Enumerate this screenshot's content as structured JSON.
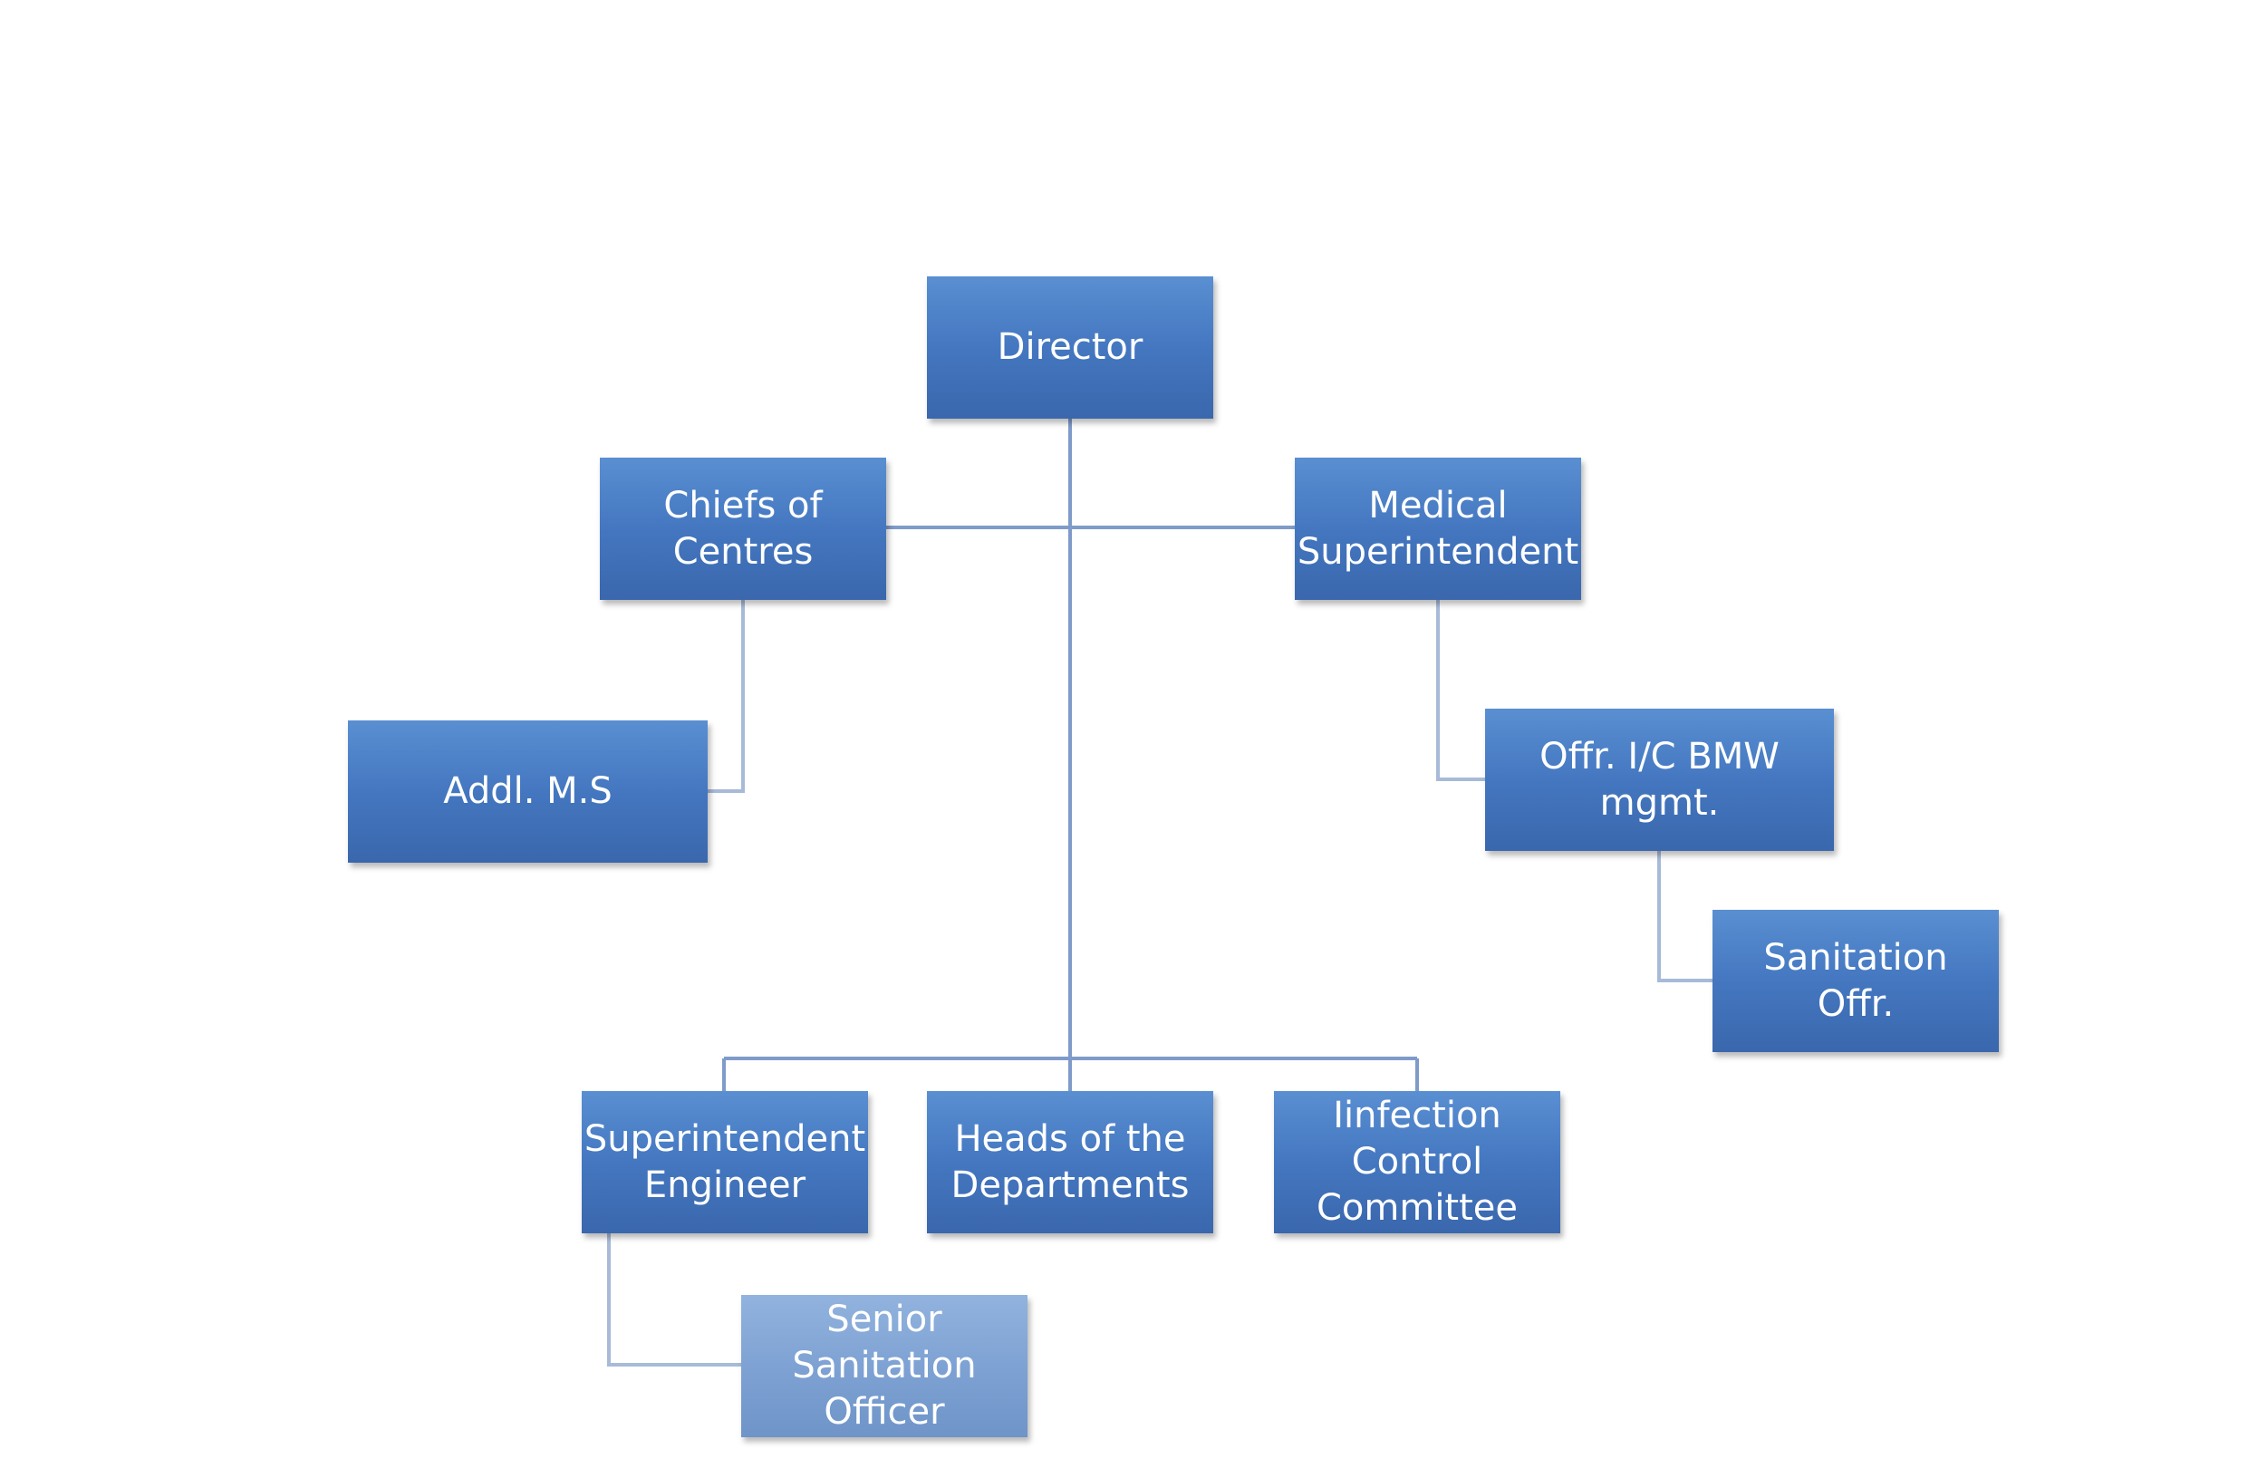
{
  "org_chart": {
    "nodes": {
      "director": "Director",
      "chiefs_of_centres": "Chiefs of\nCentres",
      "medical_superintendent": "Medical\nSuperintendent",
      "addl_ms": "Addl. M.S",
      "offr_bmw": "Offr. I/C BMW\nmgmt.",
      "sanitation_offr": "Sanitation Offr.",
      "superintendent_engineer": "Superintendent\nEngineer",
      "heads_of_departments": "Heads of the\nDepartments",
      "infection_control": "Iinfection\nControl\nCommittee",
      "senior_sanitation_officer": "Senior\nSanitation\nOfficer"
    },
    "edges": [
      [
        "director",
        "chiefs_of_centres"
      ],
      [
        "director",
        "medical_superintendent"
      ],
      [
        "chiefs_of_centres",
        "addl_ms"
      ],
      [
        "medical_superintendent",
        "offr_bmw"
      ],
      [
        "offr_bmw",
        "sanitation_offr"
      ],
      [
        "director",
        "superintendent_engineer"
      ],
      [
        "director",
        "heads_of_departments"
      ],
      [
        "director",
        "infection_control"
      ],
      [
        "superintendent_engineer",
        "senior_sanitation_officer"
      ]
    ],
    "colors": {
      "node_fill": "#4a7fc4",
      "node_fill_light": "#84a8d6",
      "connector": "#7f9bc9",
      "connector_light": "#a7bad8",
      "text": "#ffffff"
    }
  }
}
